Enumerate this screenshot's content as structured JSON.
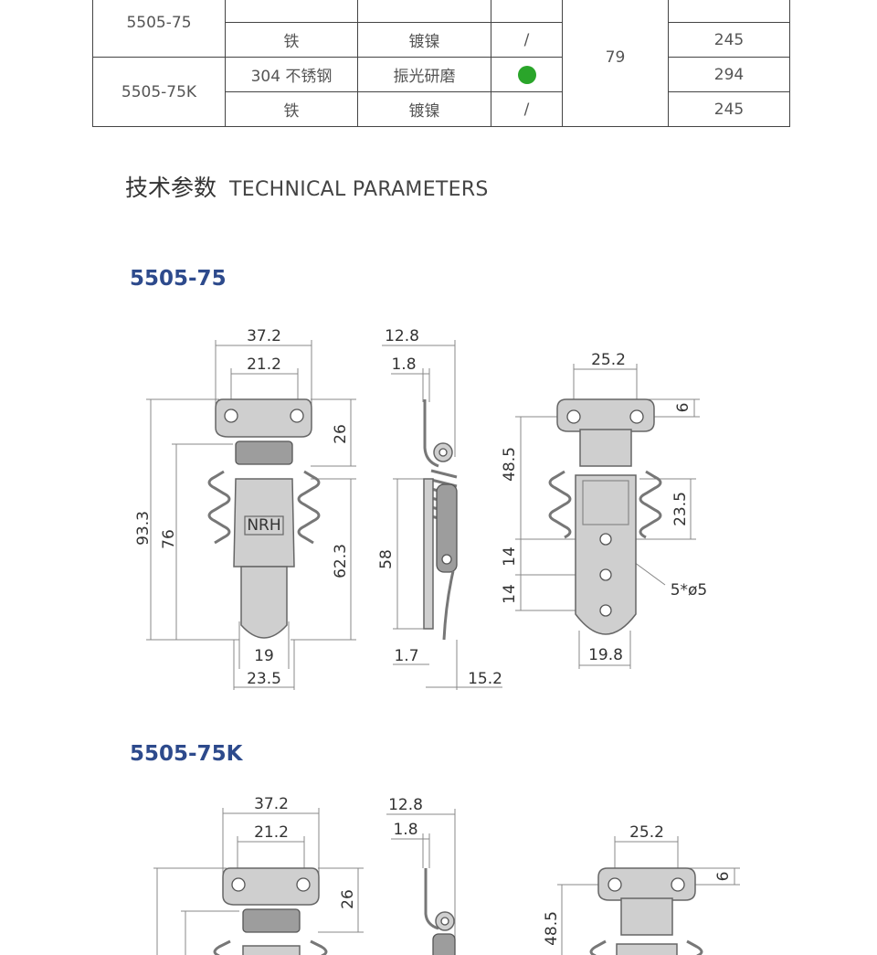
{
  "table": {
    "rows": [
      {
        "model": "5505-75",
        "material": "铁",
        "finish": "镀镍",
        "mark": "/",
        "value": "245"
      },
      {
        "model": "5505-75K",
        "material": "304 不锈钢",
        "finish": "振光研磨",
        "mark": "dot",
        "value": "294"
      },
      {
        "model": "",
        "material": "铁",
        "finish": "镀镍",
        "mark": "/",
        "value": "245"
      }
    ],
    "merged_value": "79",
    "dot_color": "#2aa52a"
  },
  "section": {
    "title_cn": "技术参数",
    "title_en": "TECHNICAL PARAMETERS"
  },
  "models": [
    {
      "name": "5505-75",
      "front": {
        "w_top": "37.2",
        "w_hole": "21.2",
        "h_total": "93.3",
        "h_body": "76",
        "h_plate": "26",
        "h_lower": "62.3",
        "w_lever": "19",
        "w_base": "23.5",
        "logo": "NRH"
      },
      "side": {
        "w_total": "12.8",
        "t": "1.8",
        "h": "58",
        "t_bottom": "1.7",
        "w_bottom": "15.2"
      },
      "back": {
        "w_holes": "25.2",
        "h_top": "6",
        "h_upper": "48.5",
        "h_spring": "23.5",
        "pitch1": "14",
        "pitch2": "14",
        "holes_note": "5*ø5",
        "w_bottom": "19.8"
      }
    },
    {
      "name": "5505-75K",
      "front": {
        "w_top": "37.2",
        "w_hole": "21.2",
        "h_plate": "26"
      },
      "side": {
        "w_total": "12.8",
        "t": "1.8"
      },
      "back": {
        "w_holes": "25.2",
        "h_top": "6",
        "h_upper": "48.5"
      }
    }
  ]
}
